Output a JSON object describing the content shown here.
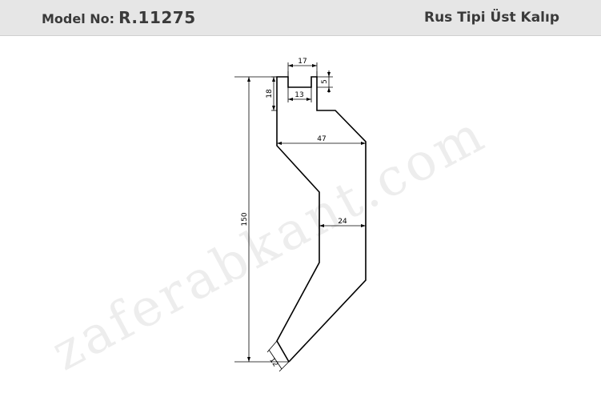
{
  "header": {
    "model_label": "Model No:",
    "model_value": "R.11275",
    "title": "Rus Tipi Üst Kalıp"
  },
  "watermark": "zaferabkant.com",
  "dimensions": {
    "top_width": "17",
    "notch_depth": "5",
    "neck_height": "18",
    "neck_width": "13",
    "body_width": "47",
    "height": "150",
    "web_width": "24",
    "tip_width": "12"
  },
  "colors": {
    "header_bg": "#e6e6e6",
    "text": "#3a3a3a"
  }
}
